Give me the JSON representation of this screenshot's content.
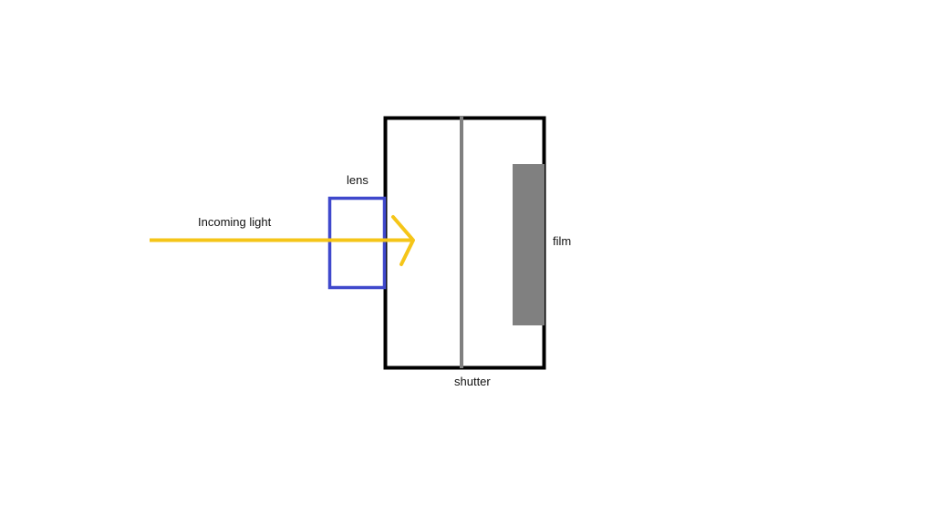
{
  "labels": {
    "incoming_light": "Incoming light",
    "lens": "lens",
    "film": "film",
    "shutter": "shutter"
  },
  "colors": {
    "camera_body": "#000000",
    "lens": "#3f48cc",
    "light": "#f5c518",
    "shutter": "#808080",
    "film": "#808080"
  }
}
